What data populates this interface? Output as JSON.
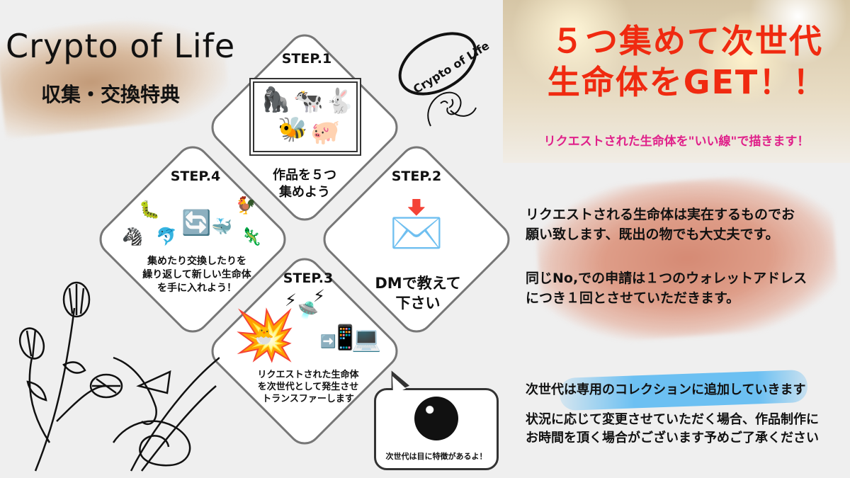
{
  "header": {
    "title": "Crypto  of  Life",
    "subtitle": "収集・交換特典"
  },
  "logo": {
    "text": "Crypto of Life"
  },
  "steps": [
    {
      "label": "STEP.1",
      "text_lines": [
        "作品を５つ",
        "集めよう"
      ]
    },
    {
      "label": "STEP.2",
      "text_lines": [
        "DMで教えて",
        "下さい"
      ]
    },
    {
      "label": "STEP.3",
      "text_lines": [
        "リクエストされた生命体",
        "を次世代として発生させ",
        "トランスファーします"
      ]
    },
    {
      "label": "STEP.4",
      "text_lines": [
        "集めたり交換したりを",
        "繰り返して新しい生命体",
        "を手に入れよう！"
      ]
    }
  ],
  "step1_icons": [
    "🦍",
    "🐄",
    "🐇",
    "🐝",
    "🐖"
  ],
  "step2_icons": [
    "📩"
  ],
  "step3_icons": [
    "⚡",
    "🛸",
    "⚡",
    "💥",
    "🐣",
    "➡️",
    "📱",
    "💻"
  ],
  "step4_icons": [
    "🐛",
    "🐓",
    "🦓",
    "🐬",
    "🔄",
    "🐳",
    "🦎"
  ],
  "headline": [
    "５つ集めて次世代",
    "生命体をGET！！"
  ],
  "tagline": "リクエストされた生命体を\"いい線\"で描きます！",
  "info": {
    "p1": [
      "リクエストされる生命体は実在するものでお",
      "願い致します、既出の物でも大丈夫です。"
    ],
    "p2": [
      "同じNo,での申請は１つのウォレットアドレス",
      "につき１回とさせていただきます。"
    ],
    "p3": "次世代は専用のコレクションに追加していきます",
    "p4": [
      "状況に応じて変更させていただく場合、作品制作に",
      "お時間を頂く場合がございます予めご了承ください"
    ]
  },
  "callout": {
    "text": "次世代は目に特徴があるよ！"
  },
  "colors": {
    "headline": "#f02a10",
    "tagline": "#e0208a",
    "highlight": "#6cc0f2",
    "brush": "#d58a74"
  }
}
